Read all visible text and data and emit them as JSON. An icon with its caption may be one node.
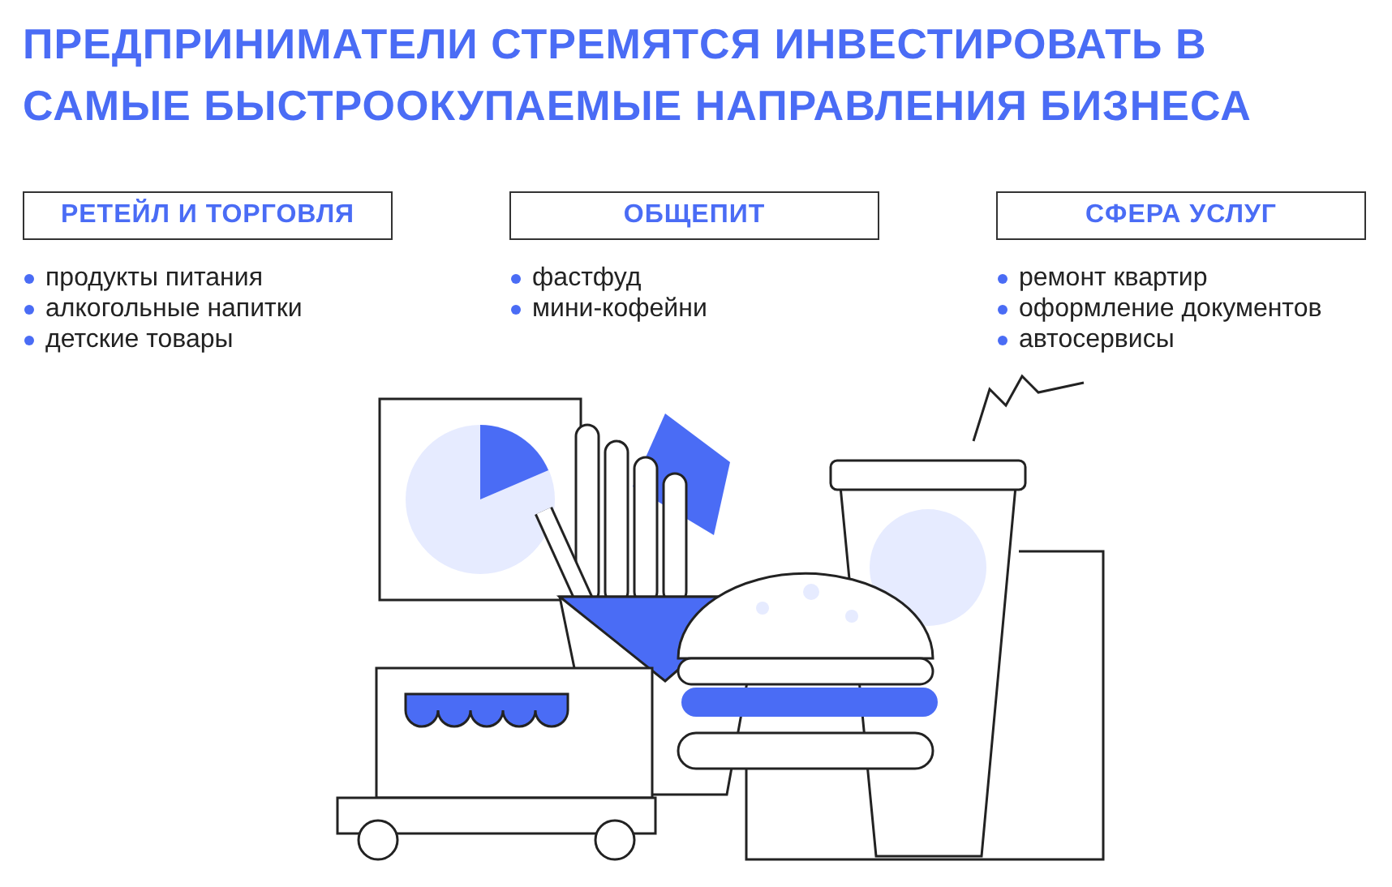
{
  "diagram": {
    "title": "ПРЕДПРИНИМАТЕЛИ СТРЕМЯТСЯ ИНВЕСТИРОВАТЬ В САМЫЕ БЫСТРООКУПАЕМЫЕ НАПРАВЛЕНИЯ БИЗНЕСА",
    "nodes": [
      {
        "text": [
          "РЕТЕЙЛ И ТОРГОВЛЯ"
        ],
        "beside": [
          "продукты питания",
          "алкогольные напитки",
          "детские товары"
        ]
      },
      {
        "text": [
          "ОБЩЕПИТ"
        ],
        "beside": [
          "фастфуд",
          "мини-кофейни"
        ]
      },
      {
        "text": [
          "СФЕРА УСЛУГ"
        ],
        "beside": [
          "ремонт квартир",
          "оформление документов",
          "автосервисы"
        ]
      }
    ]
  }
}
